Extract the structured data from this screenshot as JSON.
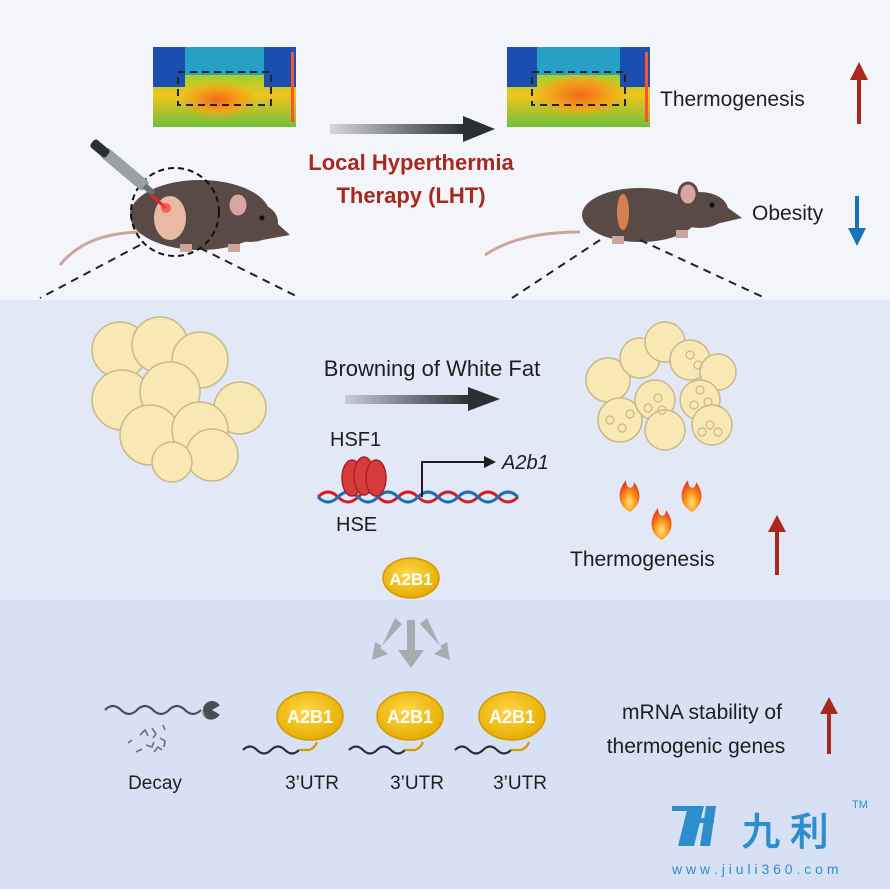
{
  "top": {
    "therapy_line1": "Local Hyperthermia",
    "therapy_line2": "Therapy (LHT)",
    "thermogenesis": "Thermogenesis",
    "obesity": "Obesity"
  },
  "middle": {
    "browning": "Browning of White Fat",
    "hsf1": "HSF1",
    "gene": "A2b1",
    "hse": "HSE",
    "thermogenesis": "Thermogenesis",
    "protein": "A2B1"
  },
  "bottom": {
    "decay": "Decay",
    "protein_labels": [
      "A2B1",
      "A2B1",
      "A2B1"
    ],
    "utr_labels": [
      "3’UTR",
      "3’UTR",
      "3’UTR"
    ],
    "stability_line1": "mRNA stability of",
    "stability_line2": "thermogenic genes"
  },
  "watermark": {
    "brand": "九 利",
    "tm": "TM",
    "url": "w w w . j i u l i 3 6 0 . c o m"
  },
  "colors": {
    "accent_red": "#a8281d",
    "down_blue": "#1b72b8",
    "arrow_dark": "#2a2f33",
    "fat_fill": "#f7e8b4",
    "protein_yellow": "#f3c20f",
    "panel_mid": "#e3e8f6",
    "panel_bottom": "#d7e1f3",
    "watermark_blue": "#1a86c8"
  }
}
